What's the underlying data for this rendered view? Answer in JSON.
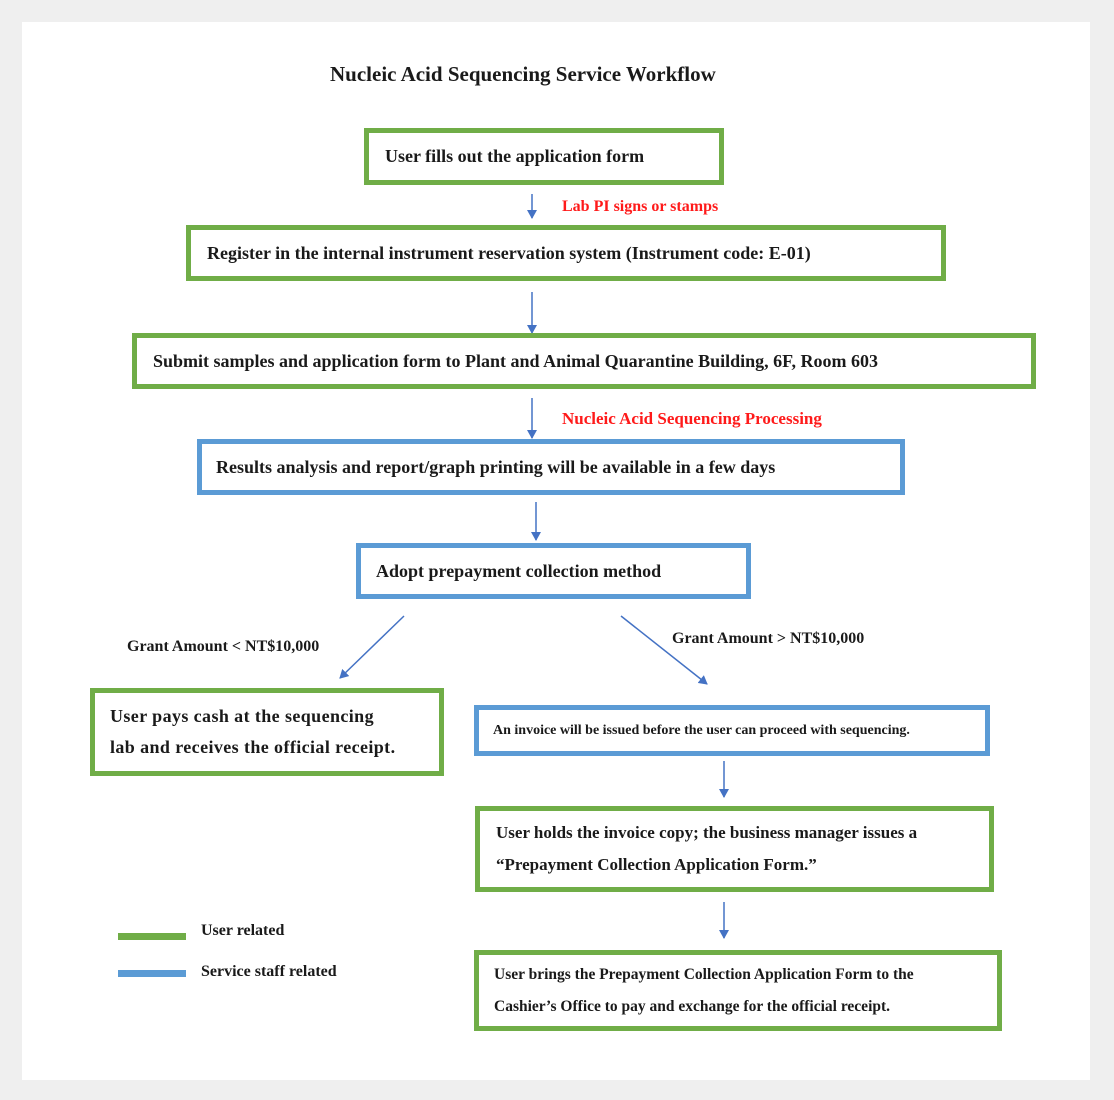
{
  "title": "Nucleic Acid Sequencing Service Workflow",
  "steps": {
    "fill_form": "User fills out the application form",
    "pi_sign": "Lab PI signs or stamps",
    "register": "Register in the internal instrument reservation system (Instrument code: E-01)",
    "submit": "Submit samples and application form to Plant and Animal Quarantine Building, 6F, Room 603",
    "processing": "Nucleic Acid Sequencing Processing",
    "results": "Results analysis and report/graph printing will be available in a few days",
    "prepayment": "Adopt prepayment collection method",
    "branch_low": "Grant Amount < NT$10,000",
    "branch_high": "Grant Amount > NT$10,000",
    "cash_line1": "User pays cash at the sequencing",
    "cash_line2": "lab and receives the official receipt.",
    "invoice": "An invoice will be issued before the user can proceed with sequencing.",
    "holds_line1": "User holds the invoice copy; the business manager issues a",
    "holds_line2": "“Prepayment Collection Application Form.”",
    "cashier_line1": "User brings the Prepayment Collection Application Form to the",
    "cashier_line2": "Cashier’s Office to pay and exchange for the official receipt."
  },
  "legend": {
    "user": "User related",
    "staff": "Service staff related"
  },
  "colors": {
    "user": "#70ad47",
    "staff": "#5b9bd5",
    "arrow": "#4472c4",
    "annotation": "#ff1a1a"
  }
}
